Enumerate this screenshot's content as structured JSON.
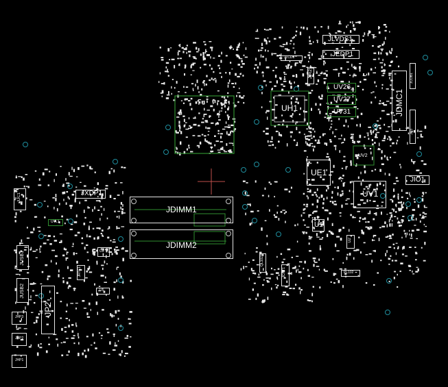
{
  "board": {
    "background": "#000000",
    "outline_color": "#e6e6e6",
    "highlight_color": "#2f8f2f"
  },
  "components": {
    "uh1": "UH1",
    "ue1": "UE1",
    "uv1": "UV1",
    "uv2": "UV2",
    "uv26": "UV26",
    "uv27": "UV27",
    "uv31": "UV31",
    "u1": "U1",
    "u2": "U2",
    "u5": "U5",
    "u9": "U9",
    "jdimm1": "JDIMM1",
    "jdimm2": "JDIMM2",
    "jxdp1": "JXDP1",
    "jlvds1": "JLVDS1",
    "jedp1": "JEDP1",
    "jdmc1": "JDMC1",
    "jio1": "JIO1",
    "jp2": "JP2",
    "jusb1": "JUSB1",
    "jusb2": "JUSB2",
    "jhp1": "JHP1",
    "jhp2": "JHP2",
    "jhp3": "JHP3",
    "jcrt1": "JCRT1",
    "jir2": "JIR2",
    "jp3": "JP3",
    "jdc1": "JDC1",
    "jcob1": "JCOB1",
    "jrtc1": "JRTC1",
    "uvl1": "UVL1",
    "ql102": "QL102",
    "pl102": "PL102",
    "jlcd1": "JLCD1"
  }
}
